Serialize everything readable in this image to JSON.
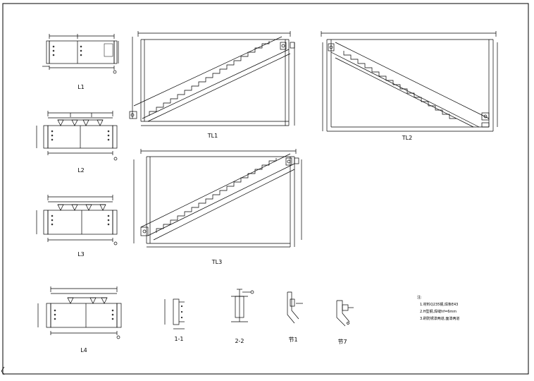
{
  "labels": {
    "l1": "L1",
    "l2": "L2",
    "l3": "L3",
    "l4": "L4",
    "tl1": "TL1",
    "tl2": "TL2",
    "tl3": "TL3",
    "sec11": "1-1",
    "sec22": "2-2",
    "node1": "节1",
    "node7": "节7"
  },
  "notes": {
    "heading": "注:",
    "line1": "1.材料Q235钢,焊条E43",
    "line2": "2.H型钢,焊缝hf=6mm",
    "line3": "3.刷防锈漆两道,面漆两道"
  }
}
